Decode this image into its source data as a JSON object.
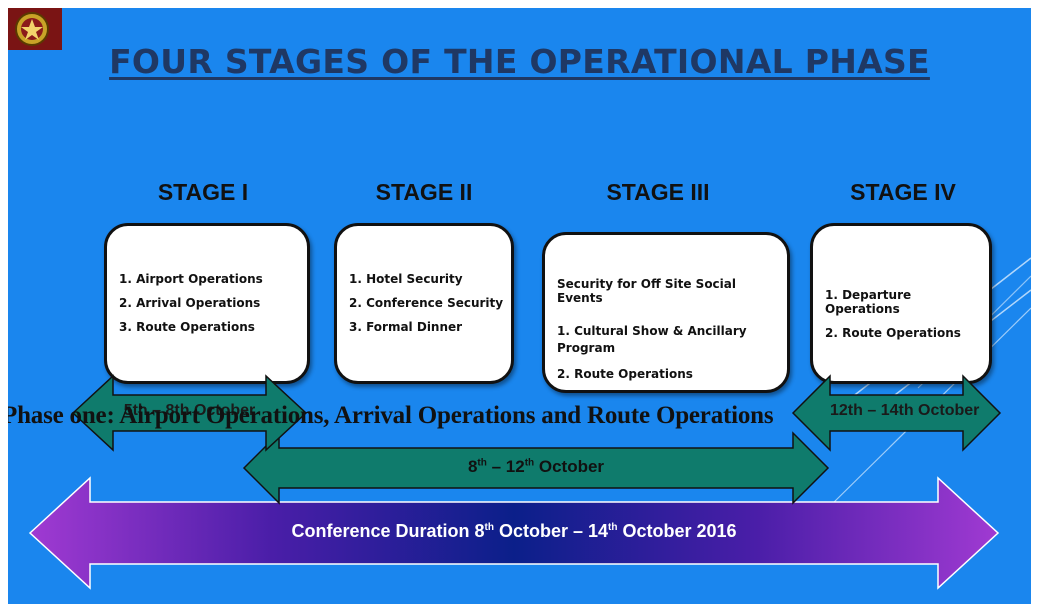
{
  "title": "FOUR STAGES OF THE OPERATIONAL PHASE",
  "stages": [
    {
      "label": "STAGE I",
      "items": [
        "1. Airport Operations",
        "2. Arrival Operations",
        "3. Route Operations"
      ]
    },
    {
      "label": "STAGE II",
      "items": [
        "1. Hotel Security",
        "2. Conference Security",
        "3. Formal Dinner"
      ]
    },
    {
      "label": "STAGE III",
      "heading": "Security for Off Site Social Events",
      "items": [
        "1. Cultural Show & Ancillary Program",
        "2. Route Operations"
      ]
    },
    {
      "label": "STAGE IV",
      "items": [
        "1. Departure Operations",
        "2. Route Operations"
      ]
    }
  ],
  "arrows": {
    "stage1_dates": "5th – 8th October",
    "stage2_3_dates": "8th – 12th October",
    "stage4_dates": "12th – 14th October",
    "conference_duration": "Conference Duration 8th October – 14th October 2016"
  },
  "caption": "Phase one: Airport Operations, Arrival Operations and Route Operations",
  "colors": {
    "background": "#1a86ee",
    "title": "#1f3864",
    "arrow_teal": "#0f7b6c",
    "logo_bg": "#7a1414"
  },
  "icons": {
    "logo": "emblem-icon"
  }
}
